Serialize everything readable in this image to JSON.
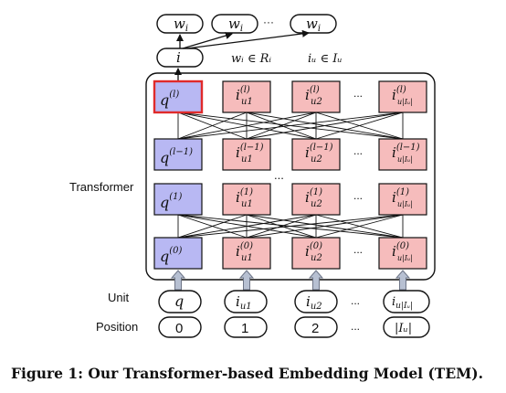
{
  "outputs": {
    "w_label": "w",
    "w_sub": "i",
    "ellipsis": "···",
    "i_label": "i"
  },
  "annotations": {
    "w_in_R": "wᵢ ∈ Rᵢ",
    "i_in_I": "iᵤ ∈ Iᵤ"
  },
  "side_label": "Transformer",
  "row_labels": {
    "unit": "Unit",
    "position": "Position"
  },
  "layers": [
    {
      "q_sup": "(l)"
    },
    {
      "q_sup": "(l−1)"
    },
    {
      "q_sup": "(1)"
    },
    {
      "q_sup": "(0)"
    }
  ],
  "cells": {
    "q": "q",
    "i": "i",
    "subs": [
      "u1",
      "u2",
      "u|Iᵤ|"
    ],
    "ellipsis": "...",
    "vertical_ellipsis": "..."
  },
  "units": {
    "q": "q",
    "i": "i",
    "subs": [
      "u1",
      "u2",
      "u|Iᵤ|"
    ],
    "ellipsis": "..."
  },
  "positions": [
    "0",
    "1",
    "2",
    "|Iᵤ|"
  ],
  "positions_ellipsis": "...",
  "caption": "Figure 1: Our Transformer-based Embedding Model (TEM).",
  "colors": {
    "q_fill": "#b8b8f3",
    "i_fill": "#f6bcbc",
    "highlight": "#e02a2a",
    "arrow_fill": "#b7c0d2",
    "arrow_stroke": "#6d7486"
  }
}
